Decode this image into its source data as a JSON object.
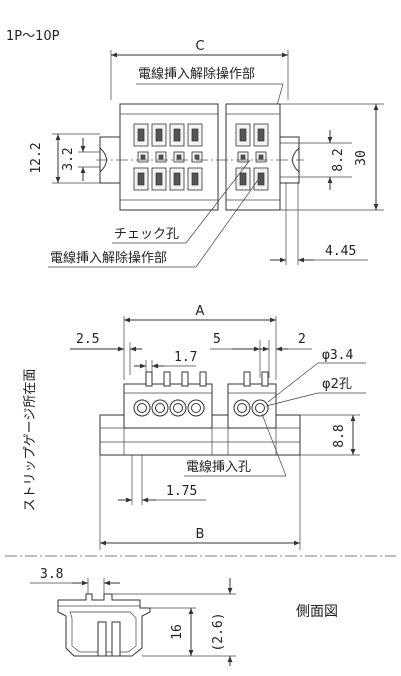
{
  "labels": {
    "range": "1P～10P",
    "dim_c": "C",
    "dim_a": "A",
    "dim_b": "B",
    "wire_release_top": "電線挿入解除操作部",
    "wire_release_bottom": "電線挿入解除操作部",
    "check_hole": "チェック孔",
    "strip_gauge": "ストリップゲージ所在面",
    "wire_insert_hole": "電線挿入孔",
    "side_view": "側面図",
    "d_12_2": "12.2",
    "d_3_2": "3.2",
    "d_8_2": "8.2",
    "d_30": "30",
    "d_4_45": "4.45",
    "d_2_5": "2.5",
    "d_1_7": "1.7",
    "d_5": "5",
    "d_2": "2",
    "d_phi3_4": "φ3.4",
    "d_phi2": "φ2孔",
    "d_8_8": "8.8",
    "d_1_75": "1.75",
    "d_3_8": "3.8",
    "d_16": "16",
    "d_2_6": "(2.6)"
  }
}
